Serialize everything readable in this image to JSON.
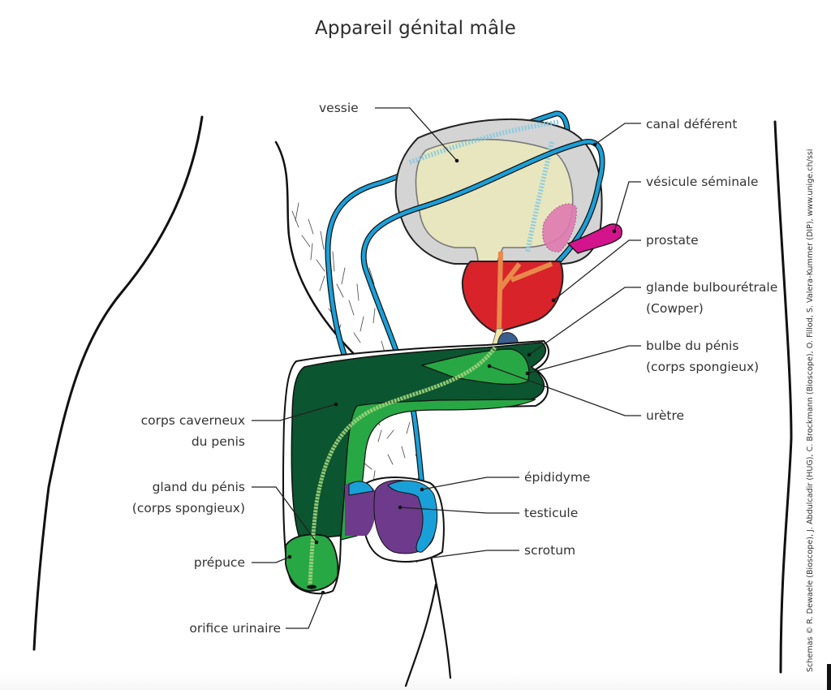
{
  "title": "Appareil génital mâle",
  "labels": {
    "vessie": "vessie",
    "canal_deferent": "canal déférent",
    "vesicule_seminale": "vésicule séminale",
    "prostate": "prostate",
    "glande_bulbouretrale_1": "glande bulbourétrale",
    "glande_bulbouretrale_2": "(Cowper)",
    "bulbe_penis_1": "bulbe du pénis",
    "bulbe_penis_2": "(corps spongieux)",
    "uretre": "urètre",
    "epididyme": "épididyme",
    "testicule": "testicule",
    "scrotum": "scrotum",
    "corps_caverneux_1": "corps caverneux",
    "corps_caverneux_2": "du penis",
    "gland_penis_1": "gland du pénis",
    "gland_penis_2": "(corps spongieux)",
    "prepuce": "prépuce",
    "orifice_urinaire": "orifice urinaire"
  },
  "credit": "Schemas © R. Dewaele (Bioscope), J. Abdulcadir (HUG), C. Brockmann (Bioscope), O. Fillod, S. Valera-Kummer (DIP), www.unige.ch/ssi",
  "colors": {
    "bladder_outer": "#d4d4d4",
    "bladder_inner": "#e8e6bf",
    "vas_deferens": "#1aa0d8",
    "seminal_vesicle": "#d4148c",
    "prostate": "#d8232a",
    "urethra_prostatic": "#e8894a",
    "cowper_gland": "#3a5f8f",
    "corpus_cavernosum": "#0b5530",
    "corpus_spongiosum": "#28a745",
    "urethra": "#9ed37a",
    "testis": "#6e3a8c",
    "epididymis": "#1aa0d8"
  }
}
